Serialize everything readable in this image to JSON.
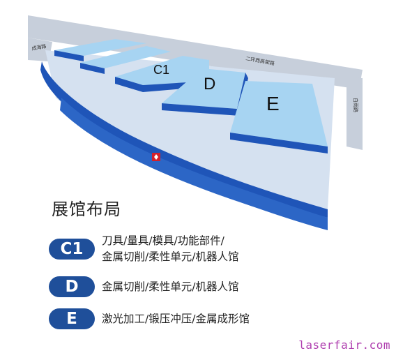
{
  "map": {
    "roads": {
      "west": "成海路",
      "north": "二环西高架路",
      "east": "白雨路"
    },
    "halls": [
      "C1",
      "D",
      "E"
    ],
    "colors": {
      "hall_top": "#a7d4f2",
      "hall_side": "#1f55b8",
      "ground": "#d5e1f0",
      "road": "#c7cfdb",
      "badge": "#1f4f9a"
    }
  },
  "legend": {
    "title": "展馆布局",
    "items": [
      {
        "badge": "C1",
        "lines": [
          "刀具/量具/模具/功能部件/",
          "金属切削/柔性单元/机器人馆"
        ]
      },
      {
        "badge": "D",
        "lines": [
          "金属切削/柔性单元/机器人馆"
        ]
      },
      {
        "badge": "E",
        "lines": [
          "激光加工/锻压冲压/金属成形馆"
        ]
      }
    ]
  },
  "watermark": "laserfair.com"
}
